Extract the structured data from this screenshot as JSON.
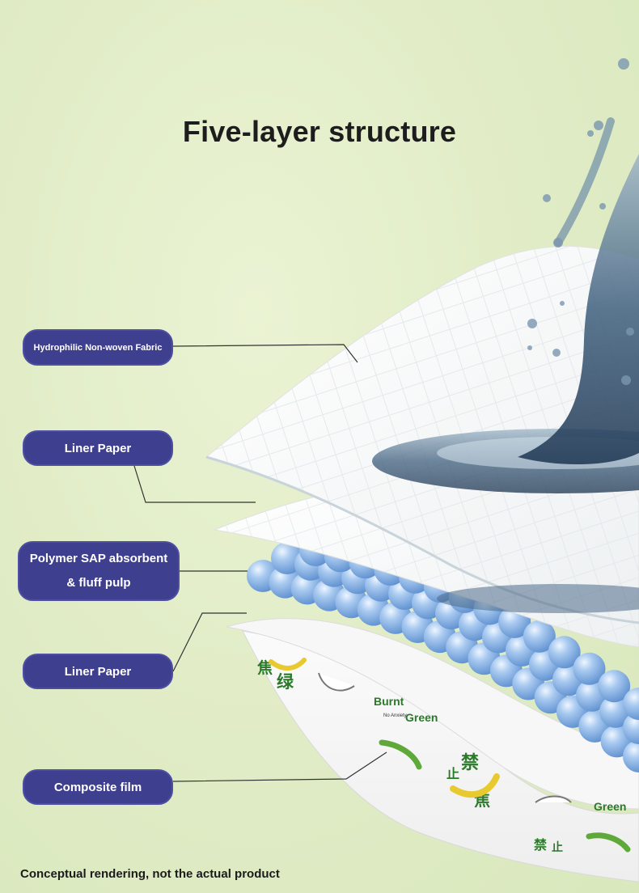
{
  "title": "Five-layer structure",
  "labels": {
    "hydrophilic": "Hydrophilic Non-woven Fabric",
    "liner_top": "Liner Paper",
    "polymer_line1": "Polymer SAP absorbent",
    "polymer_line2": "& fluff pulp",
    "liner_bottom": "Liner Paper",
    "composite": "Composite film"
  },
  "film_print": {
    "burnt": "Burnt",
    "no_anxiety": "No Anxiety",
    "green": "Green",
    "green_right": "Green",
    "chinese_1": "禁",
    "chinese_2": "止",
    "chinese_3": "焦",
    "chinese_4": "绿"
  },
  "footnote": "Conceptual rendering, not the actual product",
  "colors": {
    "background": "#e2eec8",
    "pill": "#3f3f8f",
    "bead": "#8fb8e6",
    "print_green": "#2a7a2a",
    "banana": "#e8c930"
  }
}
